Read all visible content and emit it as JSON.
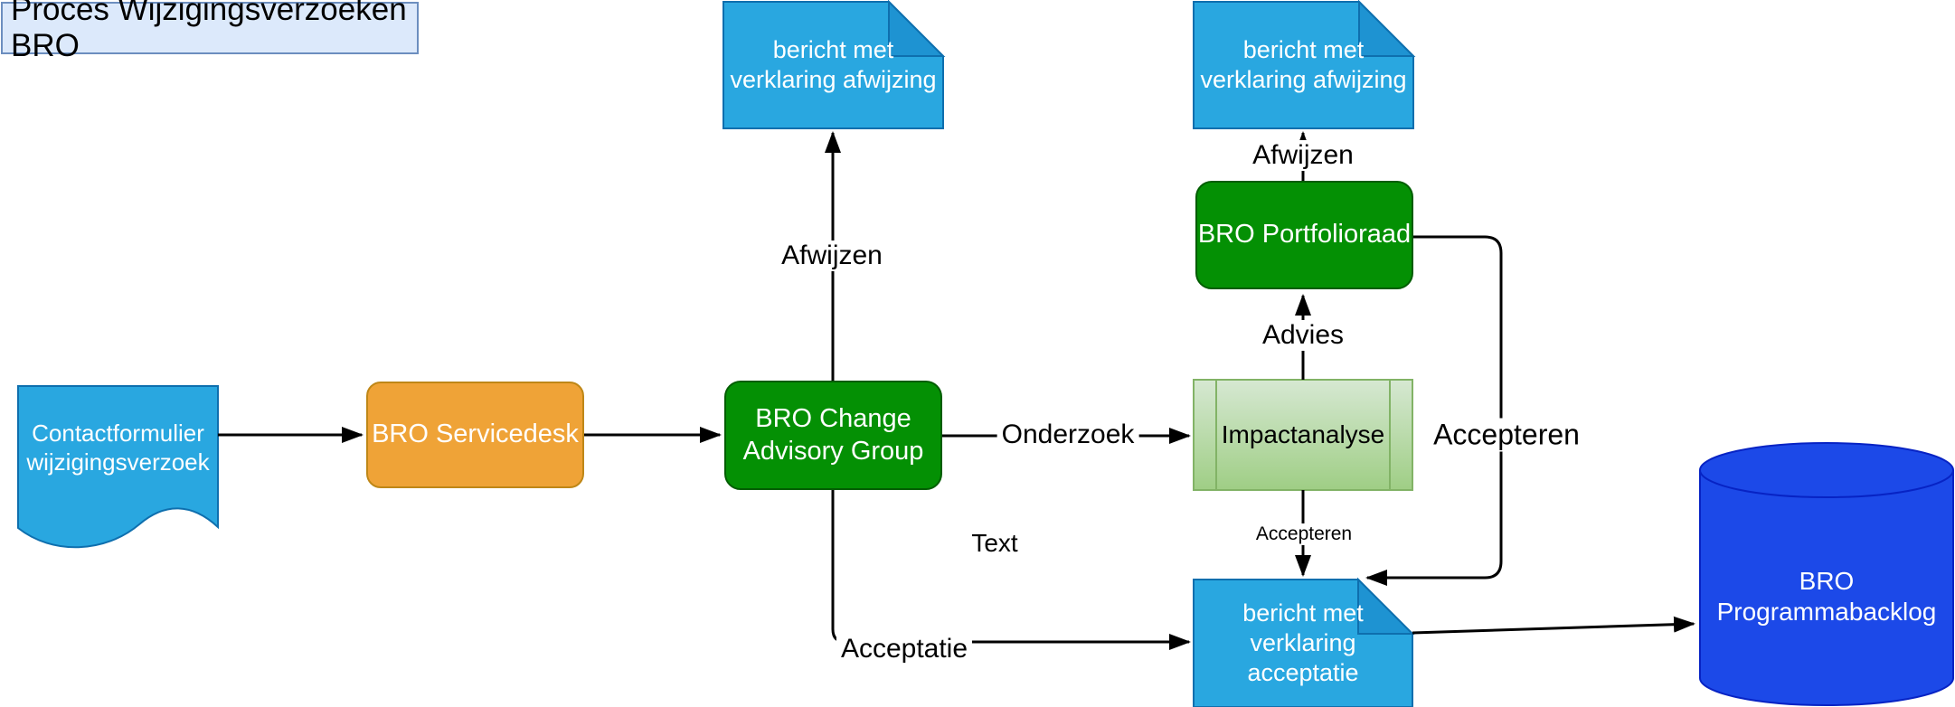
{
  "title": "Proces Wijzigingsverzoeken BRO",
  "nodes": {
    "contactformulier": {
      "label": "Contactformulier\nwijzigingsverzoek",
      "shape": "document"
    },
    "servicedesk": {
      "label": "BRO Servicedesk",
      "shape": "rounded-rectangle"
    },
    "cag": {
      "label": "BRO Change\nAdvisory Group",
      "shape": "rounded-rectangle"
    },
    "doc_afwijzing_links": {
      "label": "bericht met\nverklaring afwijzing",
      "shape": "note"
    },
    "doc_afwijzing_rechts": {
      "label": "bericht met\nverklaring afwijzing",
      "shape": "note"
    },
    "portfolioraad": {
      "label": "BRO Portfolioraad",
      "shape": "rounded-rectangle"
    },
    "impactanalyse": {
      "label": "Impactanalyse",
      "shape": "predefined-process"
    },
    "doc_acceptatie": {
      "label": "bericht met\nverklaring acceptatie",
      "shape": "note"
    },
    "programmabacklog": {
      "label": "BRO\nProgrammabacklog",
      "shape": "cylinder"
    }
  },
  "edge_labels": {
    "afwijzen_links": "Afwijzen",
    "afwijzen_rechts": "Afwijzen",
    "onderzoek": "Onderzoek",
    "advies": "Advies",
    "accepteren_rechts": "Accepteren",
    "accepteren_klein": "Accepteren",
    "acceptatie": "Acceptatie",
    "vrije_tekst": "Text"
  },
  "colors": {
    "doc_blue": "#29A7E0",
    "doc_blue_stroke": "#0E6FAE",
    "doc_fold": "#1E93D2",
    "green": "#049004",
    "green_stroke": "#025D02",
    "orange": "#EFA337",
    "orange_stroke": "#BF8717",
    "impact_light": "#D6E8D2",
    "impact_dark": "#9FCE85",
    "impact_stroke": "#82B366",
    "db_blue": "#1C49E8",
    "db_stroke": "#0723C4",
    "title_bg": "#DCE9FB",
    "title_stroke": "#6C8EBF",
    "line": "#000000"
  }
}
